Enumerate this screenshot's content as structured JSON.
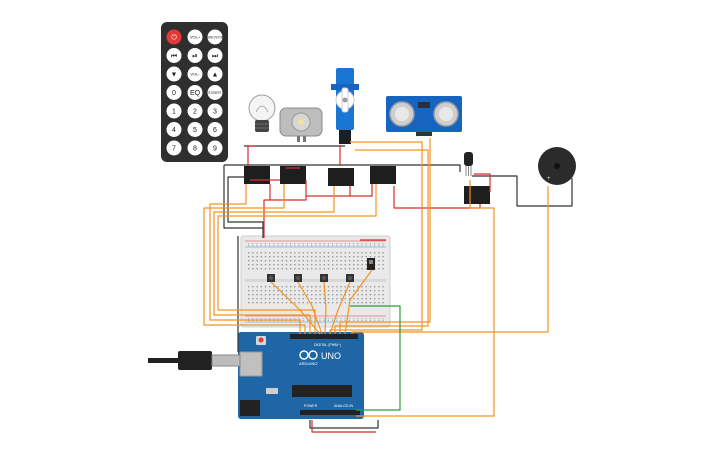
{
  "remote": {
    "buttons": [
      {
        "label": "⏻",
        "role": "power",
        "color": "#e53935"
      },
      {
        "label": "VOL+",
        "role": "vol-up"
      },
      {
        "label": "FUNC/STOP",
        "role": "func-stop"
      },
      {
        "label": "⏮",
        "role": "prev"
      },
      {
        "label": "⏯",
        "role": "play-pause"
      },
      {
        "label": "⏭",
        "role": "next"
      },
      {
        "label": "▼",
        "role": "down"
      },
      {
        "label": "VOL-",
        "role": "vol-down"
      },
      {
        "label": "▲",
        "role": "up"
      },
      {
        "label": "0",
        "role": "digit"
      },
      {
        "label": "EQ",
        "role": "eq"
      },
      {
        "label": "ST/REPT",
        "role": "st-rept"
      },
      {
        "label": "1",
        "role": "digit"
      },
      {
        "label": "2",
        "role": "digit"
      },
      {
        "label": "3",
        "role": "digit"
      },
      {
        "label": "4",
        "role": "digit"
      },
      {
        "label": "5",
        "role": "digit"
      },
      {
        "label": "6",
        "role": "digit"
      },
      {
        "label": "7",
        "role": "digit"
      },
      {
        "label": "8",
        "role": "digit"
      },
      {
        "label": "9",
        "role": "digit"
      }
    ]
  },
  "arduino": {
    "logo_text": "UNO",
    "brand_text": "ARDUINO",
    "digital_label": "DIGITAL (PWM~)",
    "power_label": "POWER",
    "analog_label": "ANALOG IN"
  },
  "colors": {
    "wire_orange": "#f39322",
    "wire_red": "#d32f2f",
    "wire_black": "#333333",
    "wire_green": "#2e9e3a",
    "arduino_board": "#1f66a6",
    "relay_body": "#1e1e1e",
    "breadboard": "#e9e9e9",
    "remote_body": "#2f2f2f",
    "sensor_board": "#1565c0",
    "servo_body": "#1976d2"
  },
  "icons": {
    "bulb": "lightbulb-icon",
    "motor": "dc-motor-icon",
    "servo": "servo-icon",
    "ultrasonic": "ultrasonic-sensor-icon",
    "buzzer": "piezo-buzzer-icon",
    "usb": "usb-cable-icon"
  }
}
